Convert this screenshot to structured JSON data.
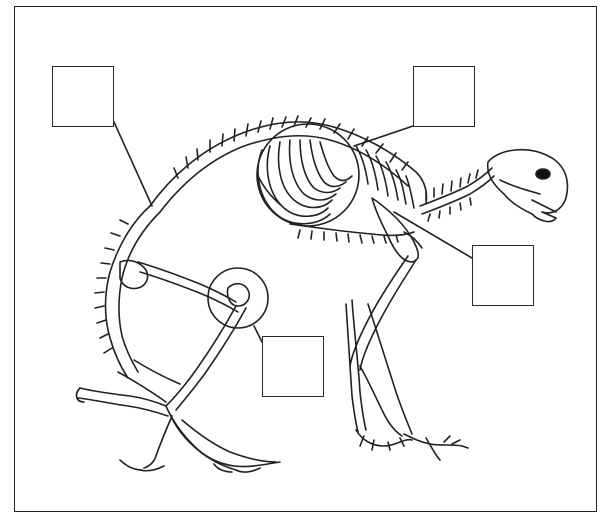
{
  "diagram": {
    "labels": [
      {
        "id": "label-box-a",
        "text": ""
      },
      {
        "id": "label-box-b",
        "text": ""
      },
      {
        "id": "label-box-c",
        "text": ""
      },
      {
        "id": "label-box-d",
        "text": ""
      }
    ],
    "colors": {
      "line": "#222222",
      "background": "#ffffff"
    }
  }
}
